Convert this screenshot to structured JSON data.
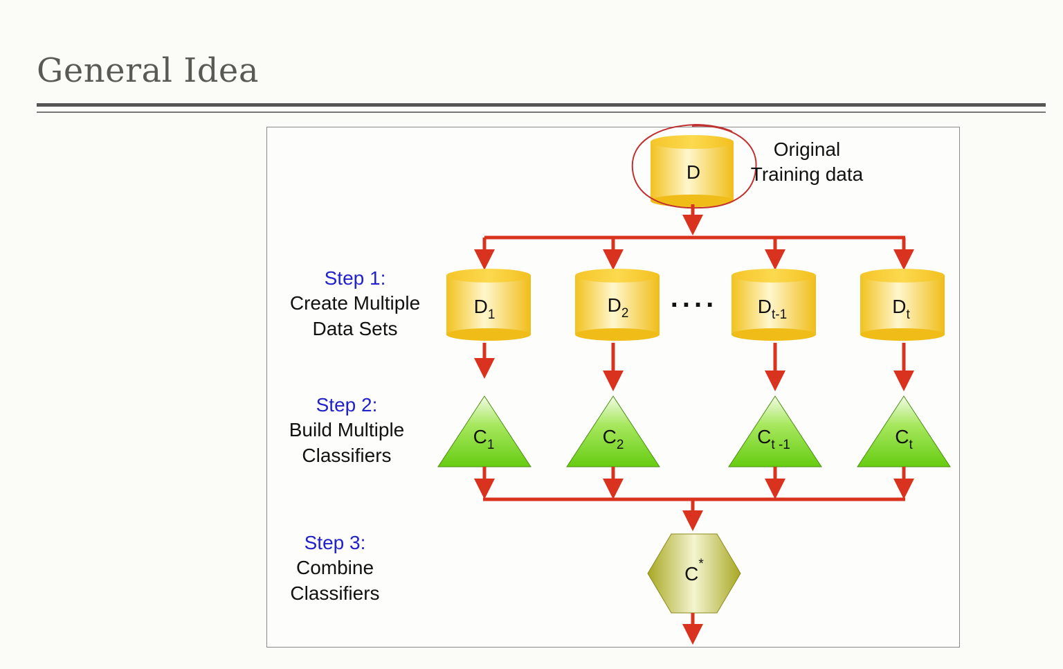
{
  "slide": {
    "title": "General Idea"
  },
  "original": {
    "label": "D",
    "caption_line1": "Original",
    "caption_line2": "Training data"
  },
  "steps": [
    {
      "step": "Step 1:",
      "line1": "Create Multiple",
      "line2": "Data Sets"
    },
    {
      "step": "Step 2:",
      "line1": "Build Multiple",
      "line2": "Classifiers"
    },
    {
      "step": "Step 3:",
      "line1": "Combine",
      "line2": "Classifiers"
    }
  ],
  "datasets": [
    {
      "base": "D",
      "sub": "1"
    },
    {
      "base": "D",
      "sub": "2"
    },
    {
      "base": "D",
      "sub": "t-1"
    },
    {
      "base": "D",
      "sub": "t"
    }
  ],
  "ellipsis": "....",
  "classifiers": [
    {
      "base": "C",
      "sub": "1"
    },
    {
      "base": "C",
      "sub": "2"
    },
    {
      "base": "C",
      "sub": "t -1"
    },
    {
      "base": "C",
      "sub": "t"
    }
  ],
  "combined": {
    "base": "C",
    "sup": "*"
  },
  "colors": {
    "arrow": "#d9321f",
    "step_text": "#2222cc",
    "annotation_circle": "#c03030",
    "cylinder": "#f5c93a",
    "triangle": "#7ed321",
    "hexagon": "#b8b830"
  }
}
